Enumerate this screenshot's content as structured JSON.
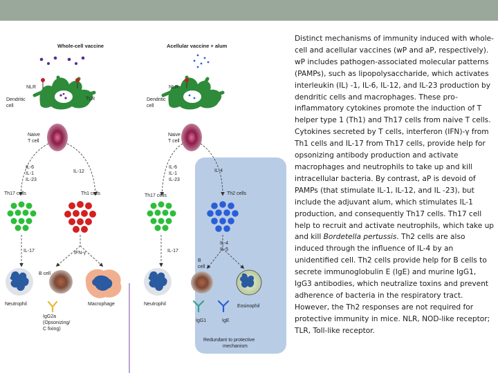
{
  "colors": {
    "topbar": "#9aa89c",
    "dendritic": "#2e8b3a",
    "naive": "#8b1c4a",
    "th17": "#2ebd3b",
    "th1": "#d42020",
    "th2": "#2a5ed8",
    "th2_panel": "#b8cce6",
    "neutrophil": "#2a5aa0",
    "bcell": "#9a8070",
    "macrophage": "#f0b090",
    "antigen": "#5a2a90"
  },
  "left": {
    "title": "Whole-cell vaccine",
    "nlr": "NLR",
    "tlr": "TLR",
    "dendritic": [
      "Dendritic",
      "cell"
    ],
    "naive": [
      "Naive",
      "T cell"
    ],
    "cytokines_th17": [
      "IL-6",
      "IL-1",
      "IL-23"
    ],
    "cytokine_th1": "IL-12",
    "th17": "Th17 cells",
    "th1": "Th1 cells",
    "il17": "IL-17",
    "ifn": "IFN-γ",
    "bcell": "B cell",
    "neutrophil": "Neutrophil",
    "igg": [
      "IgG2a",
      "(Opsonizing/",
      "C fixing)"
    ],
    "macrophage": "Macrophage"
  },
  "right": {
    "title": "Acellular vaccine + alum",
    "nlr": "NLR",
    "dendritic": [
      "Dendritic",
      "cell"
    ],
    "naive": [
      "Naive",
      "T cell"
    ],
    "cytokines_th17": [
      "IL-6",
      "IL-1",
      "IL-23"
    ],
    "cytokine_th2": "IL-4",
    "th17": "Th17 cells",
    "th2": "Th2 cells",
    "il17": "IL-17",
    "il4_il5": [
      "IL-4",
      "IL-5"
    ],
    "bcell": [
      "B",
      "cell"
    ],
    "neutrophil": "Neutrophil",
    "eosinophil": "Eosinophil",
    "igg1": "IgG1",
    "ige": "IgE",
    "redundant": [
      "Redundant to protective",
      "mechanism"
    ]
  },
  "caption": {
    "part1": "Distinct mechanisms of immunity induced with whole-cell and acellular vaccines (wP and aP, respectively). wP includes pathogen-associated molecular patterns (PAMPs), such as lipopolysaccharide, which activates interleukin (IL) -1, IL-6, IL-12, and IL-23 production by dendritic cells and macrophages. These pro-inflammatory cytokines promote the induction of T helper type 1 (Th1) and Th17 cells from naive T cells. Cytokines secreted by T cells, interferon (IFN)-γ from Th1 cells and IL-17 from Th17 cells, provide help for opsonizing antibody production and activate macrophages and neutrophils to take up and kill intracellular bacteria. By contrast, aP is devoid of PAMPs (that stimulate IL-1, IL-12, and IL -23), but include the adjuvant alum, which stimulates IL-1 production, and consequently Th17 cells. Th17 cell help to recruit and activate neutrophils, which take up and kill ",
    "italic": "Bordetella pertussis",
    "part2": ". Th2 cells are also induced through the influence of IL-4 by an unidentified cell. Th2 cells provide help for B cells to secrete immunoglobulin E (IgE) and murine IgG1, IgG3 antibodies, which neutralize toxins and prevent adherence of bacteria in the respiratory tract. However, the Th2 responses are not required for protective immunity in mice. NLR, NOD-like receptor; TLR, Toll-like receptor."
  }
}
